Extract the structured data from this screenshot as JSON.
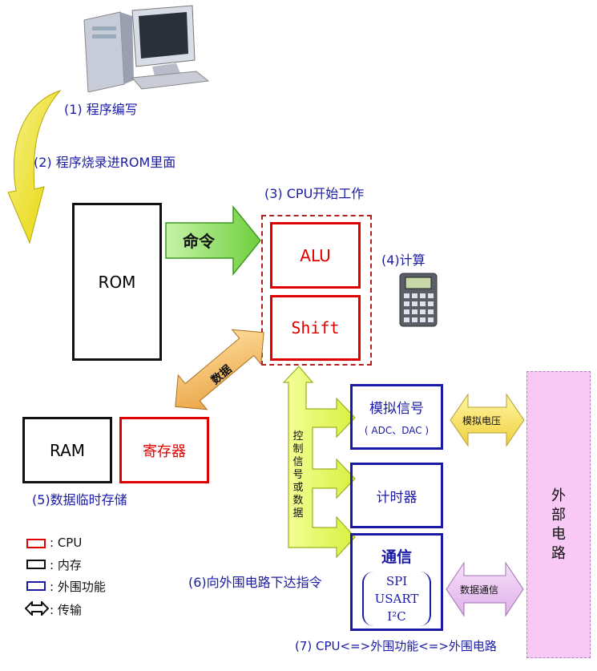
{
  "steps": {
    "s1": "(1) 程序编写",
    "s2": "(2) 程序烧录进ROM里面",
    "s3": "(3) CPU开始工作",
    "s4": "(4)计算",
    "s5": "(5)数据临时存储",
    "s6": "(6)向外围电路下达指令",
    "s7": "(7) CPU<=>外围功能<=>外围电路"
  },
  "blocks": {
    "rom": "ROM",
    "alu": "ALU",
    "shift": "Shift",
    "ram": "RAM",
    "register": "寄存器",
    "analog_title": "模拟信号",
    "analog_sub": "( ADC、DAC )",
    "timer": "计时器",
    "comm_title": "通信",
    "comm_spi": "SPI",
    "comm_usart": "USART",
    "comm_i2c": "I²C",
    "external": "外部电路"
  },
  "arrows": {
    "command": "命令",
    "data": "数据",
    "control": "控制信号或数据",
    "analog_voltage": "模拟电压",
    "data_comm": "数据通信"
  },
  "legend": [
    {
      "label": ": CPU",
      "color": "#e00000"
    },
    {
      "label": ": 内存",
      "color": "#111111"
    },
    {
      "label": ": 外围功能",
      "color": "#1a1aa6"
    },
    {
      "label": ": 传输",
      "icon": "double-arrow-icon"
    }
  ],
  "icons": [
    "computer-icon",
    "calculator-icon",
    "curved-arrow-icon"
  ],
  "colors": {
    "cpu": "#e00000",
    "memory": "#111111",
    "peripheral": "#1a1aa6",
    "step_text": "#1a1aa6",
    "external_fill": "#f9c9f5"
  }
}
